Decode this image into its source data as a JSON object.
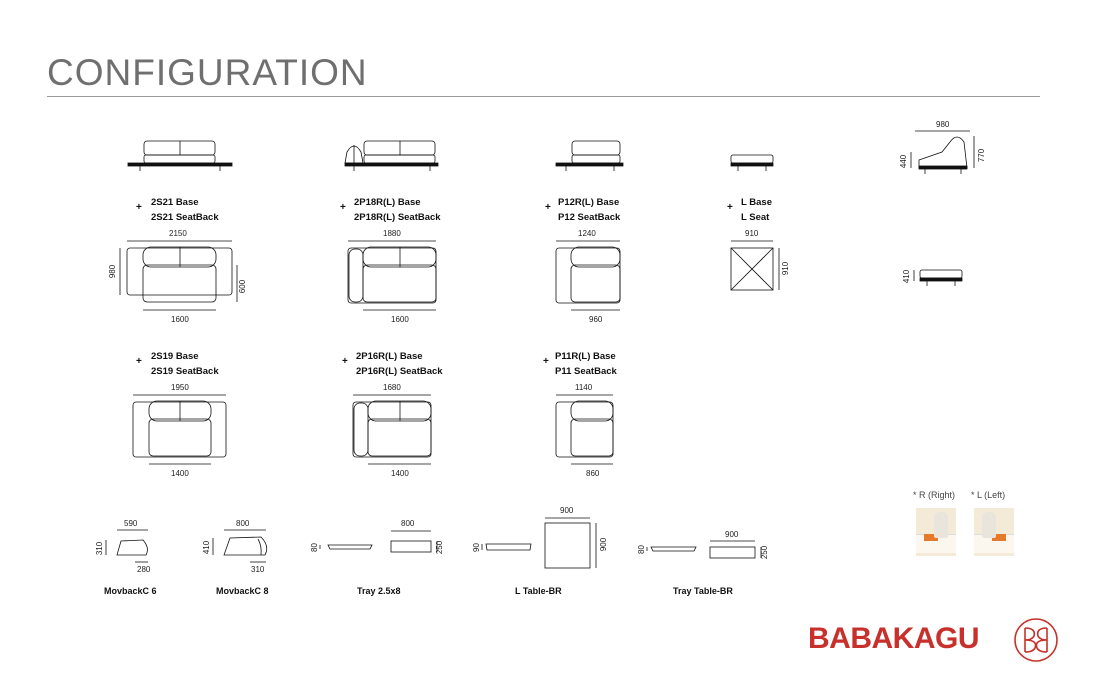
{
  "title": "CONFIGURATION",
  "brand": {
    "name": "BABAKAGU",
    "color": "#c8312b"
  },
  "units": {
    "u2s21": {
      "base": "2S21 Base",
      "back": "2S21 SeatBack",
      "w": "2150",
      "d": "980",
      "seat": "1600",
      "sd": "600"
    },
    "u2p18": {
      "base": "2P18R(L) Base",
      "back": "2P18R(L) SeatBack",
      "w": "1880",
      "seat": "1600"
    },
    "up12": {
      "base": "P12R(L) Base",
      "back": "P12 SeatBack",
      "w": "1240",
      "seat": "960"
    },
    "ul": {
      "base": "L Base",
      "back": "L Seat",
      "w": "910",
      "d": "910"
    },
    "side": {
      "w": "980",
      "h1": "440",
      "h2": "770",
      "h3": "410"
    },
    "u2s19": {
      "base": "2S19 Base",
      "back": "2S19 SeatBack",
      "w": "1950",
      "seat": "1400"
    },
    "u2p16": {
      "base": "2P16R(L) Base",
      "back": "2P16R(L) SeatBack",
      "w": "1680",
      "seat": "1400"
    },
    "up11": {
      "base": "P11R(L) Base",
      "back": "P11 SeatBack",
      "w": "1140",
      "seat": "860"
    }
  },
  "accessories": {
    "mov6": {
      "name": "MovbackC 6",
      "w": "590",
      "h": "310",
      "b": "280"
    },
    "mov8": {
      "name": "MovbackC 8",
      "w": "800",
      "h": "410",
      "b": "310"
    },
    "tray": {
      "name": "Tray 2.5x8",
      "w": "800",
      "h1": "80",
      "h2": "250"
    },
    "ltable": {
      "name": "L Table-BR",
      "w": "900",
      "h1": "90",
      "h2": "900"
    },
    "traytable": {
      "name": "Tray Table-BR",
      "w": "900",
      "h1": "80",
      "h2": "250"
    }
  },
  "legend": {
    "right": "* R (Right)",
    "left": "* L (Left)"
  },
  "plus": "+"
}
